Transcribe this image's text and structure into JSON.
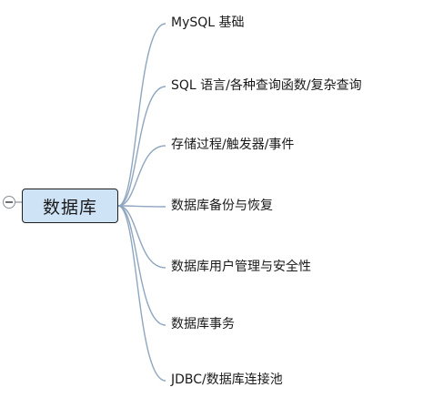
{
  "root": {
    "label": "数据库"
  },
  "branches": [
    {
      "label": "MySQL 基础"
    },
    {
      "label": "SQL 语言/各种查询函数/复杂查询"
    },
    {
      "label": "存储过程/触发器/事件"
    },
    {
      "label": "数据库备份与恢复"
    },
    {
      "label": "数据库用户管理与安全性"
    },
    {
      "label": "数据库事务"
    },
    {
      "label": "JDBC/数据库连接池"
    }
  ],
  "colors": {
    "root_fill": "#cfe3f7",
    "root_border": "#1f1f1f",
    "connector": "#8fa6bf"
  }
}
